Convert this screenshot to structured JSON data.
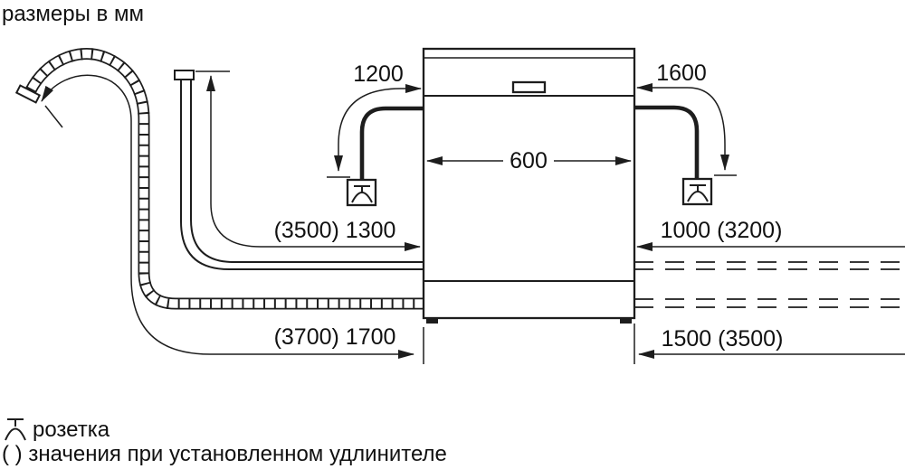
{
  "title": "размеры в мм",
  "diagram": {
    "dim_power_left": "1200",
    "dim_power_right": "1600",
    "dim_width": "600",
    "dim_supply_left": "(3500) 1300",
    "dim_supply_right": "1000 (3200)",
    "dim_drain_left": "(3700) 1700",
    "dim_drain_right": "1500 (3500)"
  },
  "legend": {
    "socket_label": "розетка",
    "note": "( ) значения при установленном удлинителе"
  },
  "icons": {
    "socket": "socket-outlet-symbol"
  },
  "colors": {
    "line": "#1d1d1d",
    "text": "#111111",
    "background": "#ffffff"
  }
}
